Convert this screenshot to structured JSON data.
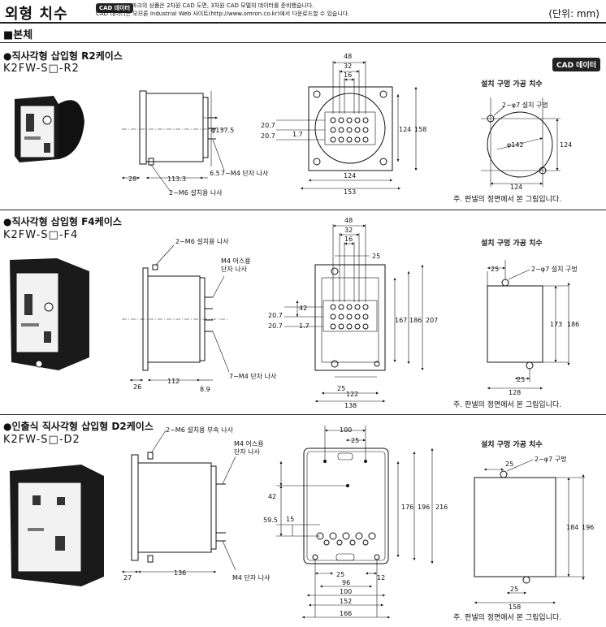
{
  "header": {
    "title": "외형 치수",
    "cad_badge": "CAD 데이터",
    "notes": [
      "마크의 상품은 2차원 CAD 도면, 3차원 CAD 모델의 데이터를 준비했습니다.",
      "CAD 데이터는 오므론 Industrial Web 사이트(http://www.omron.co.kr)에서 다운로드할 수 있습니다."
    ],
    "unit": "(단위: mm)"
  },
  "section": "■본체",
  "cad_badge_right": "CAD 데이터",
  "footnote": "주.  판넬의 정면에서 본 그림입니다.",
  "cutout_title": "설치 구멍 가공 치수",
  "r2": {
    "title": "●직사각형 삽입형 R2케이스",
    "model": "K2FW-S□-R2",
    "side": {
      "dia": "φ137.5",
      "d28": "28",
      "d113": "113.3",
      "d65": "6.5",
      "m4": "7−M4 단자 나사",
      "m6": "2−M6 설치용 나사"
    },
    "rear": {
      "d48": "48",
      "d32": "32",
      "d16": "16",
      "d20a": "20.7",
      "d20b": "20.7",
      "d17": "1.7",
      "w124": "124",
      "w153": "153",
      "h124": "124",
      "h158": "158"
    },
    "cut": {
      "hole": "2−φ7 설치 구멍",
      "dia": "φ142",
      "w124": "124",
      "h124": "124"
    }
  },
  "f4": {
    "title": "●직사각형 삽입형 F4케이스",
    "model": "K2FW-S□-F4",
    "side": {
      "m6": "2−M6 설치용 나사",
      "earth": "M4 어스용",
      "earth2": "단자 나사",
      "m4": "7−M4 단자 나사",
      "d26": "26",
      "d112": "112",
      "d89": "8.9"
    },
    "rear": {
      "d48": "48",
      "d32": "32",
      "d16": "16",
      "d25": "25",
      "d42": "42",
      "d20a": "20.7",
      "d20b": "20.7",
      "d17": "1.7",
      "h167": "167",
      "h186": "186",
      "h207": "207",
      "d25b": "25",
      "w122": "122",
      "w138": "138"
    },
    "cut": {
      "d25": "25",
      "hole": "2−φ7 설치 구멍",
      "h173": "173",
      "h186": "186",
      "d25b": "25",
      "w128": "128"
    }
  },
  "d2": {
    "title": "●인출식 직사각형 삽입형 D2케이스",
    "model": "K2FW-S□-D2",
    "side": {
      "m6": "2−M6 설치용 부속 나사",
      "earth": "M4 어스용",
      "earth2": "단자 나사",
      "m4": "M4 단자 나사",
      "d27": "27",
      "d136": "136"
    },
    "rear": {
      "w100": "100",
      "d25": "25",
      "d42": "42",
      "d595": "59.5",
      "d15": "15",
      "h176": "176",
      "h196": "196",
      "h216": "216",
      "d25b": "25",
      "d12": "12",
      "w96": "96",
      "w100b": "100",
      "w152": "152",
      "w166": "166"
    },
    "cut": {
      "d25": "25",
      "hole": "2−φ7 구멍",
      "h184": "184",
      "h196": "196",
      "d25b": "25",
      "w158": "158"
    }
  }
}
